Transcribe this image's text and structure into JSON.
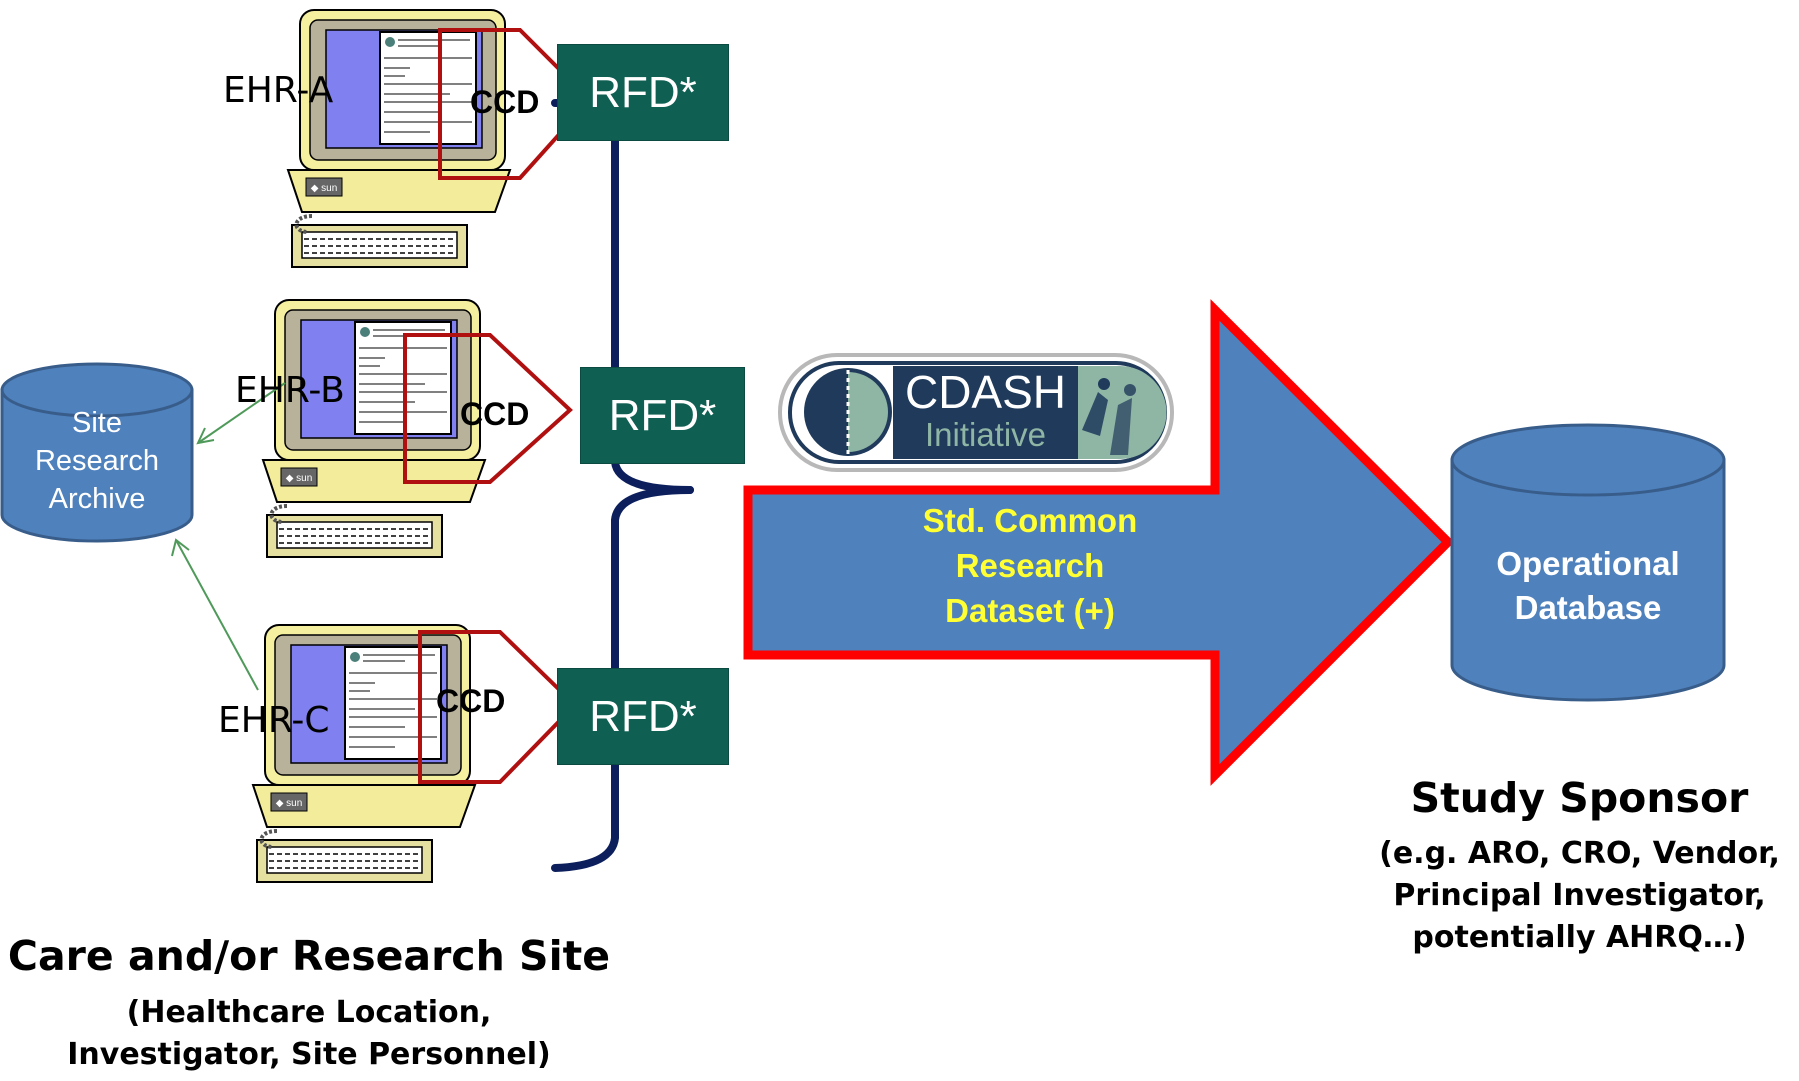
{
  "ehr_labels": [
    "EHR-A",
    "EHR-B",
    "EHR-C"
  ],
  "ccd_label": "CCD",
  "rfd_label": "RFD*",
  "computer_brand": "sun",
  "site_archive": {
    "lines": [
      "Site",
      "Research",
      "Archive"
    ]
  },
  "cdash_logo": {
    "line1": "CDASH",
    "line2": "Initiative"
  },
  "arrow_text": {
    "lines": [
      "Std. Common",
      "Research",
      "Dataset (+)"
    ]
  },
  "operational_db": {
    "lines": [
      "Operational",
      "Database"
    ]
  },
  "site": {
    "title": "Care and/or Research Site",
    "subtitle_lines": [
      "(Healthcare Location,",
      "Investigator, Site Personnel)"
    ]
  },
  "sponsor": {
    "title": "Study Sponsor",
    "subtitle_lines": [
      "(e.g. ARO, CRO, Vendor,",
      "Principal Investigator,",
      "potentially AHRQ…)"
    ]
  },
  "colors": {
    "rfd_box": "#0f5f52",
    "cylinder": "#4f81bd",
    "big_arrow_fill": "#4f81bd",
    "big_arrow_border": "#ff0000",
    "arrow_text": "#ffff33",
    "brace": "#0c1f5c",
    "ccd_outline": "#b01010",
    "monitor_body": "#f5f0a0",
    "monitor_screen": "#8080f0",
    "connector": "#4f9a5a"
  }
}
